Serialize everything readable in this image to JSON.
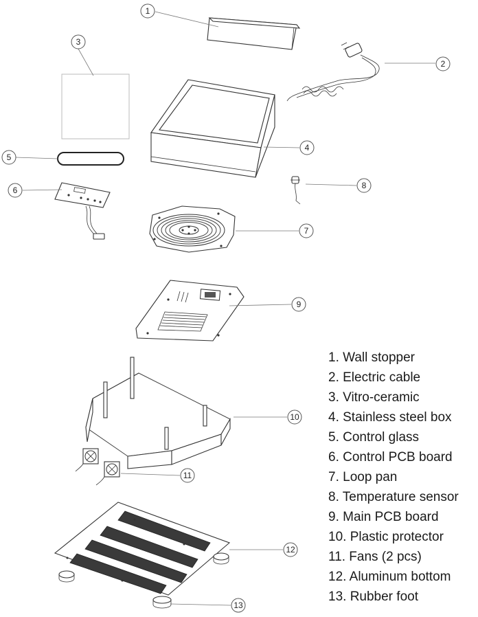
{
  "callouts": [
    "1",
    "2",
    "3",
    "4",
    "5",
    "6",
    "7",
    "8",
    "9",
    "10",
    "11",
    "12",
    "13"
  ],
  "legend": [
    "1. Wall stopper",
    "2. Electric cable",
    "3. Vitro-ceramic",
    "4. Stainless steel box",
    "5. Control glass",
    "6. Control PCB board",
    "7. Loop pan",
    "8. Temperature sensor",
    "9. Main PCB board",
    "10. Plastic protector",
    "11. Fans (2 pcs)",
    "12. Aluminum bottom",
    "13. Rubber foot"
  ]
}
